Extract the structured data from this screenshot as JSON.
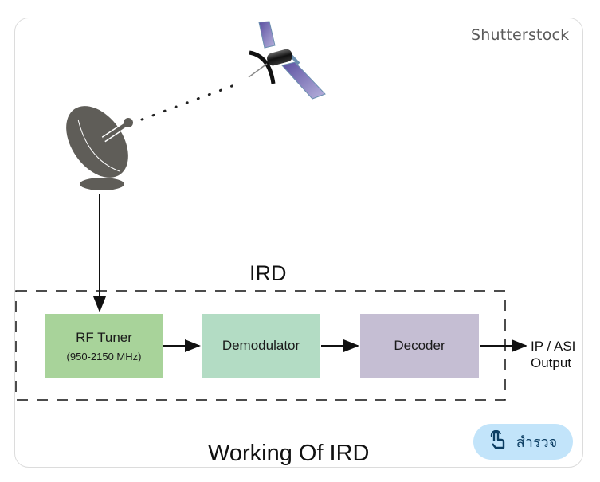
{
  "credit": "Shutterstock",
  "diagram": {
    "ird_label": "IRD",
    "caption": "Working Of IRD",
    "blocks": [
      {
        "label": "RF Tuner",
        "sublabel": "(950-2150 MHz)",
        "color": "#a8d39a"
      },
      {
        "label": "Demodulator",
        "sublabel": "",
        "color": "#b3dcc4"
      },
      {
        "label": "Decoder",
        "sublabel": "",
        "color": "#c5bed3"
      }
    ],
    "output_label_line1": "IP / ASI",
    "output_label_line2": "Output",
    "icons": [
      "satellite-dish-icon",
      "satellite-icon"
    ]
  },
  "explore_button": {
    "label": "สำรวจ",
    "icon": "hand-pointer-icon"
  }
}
